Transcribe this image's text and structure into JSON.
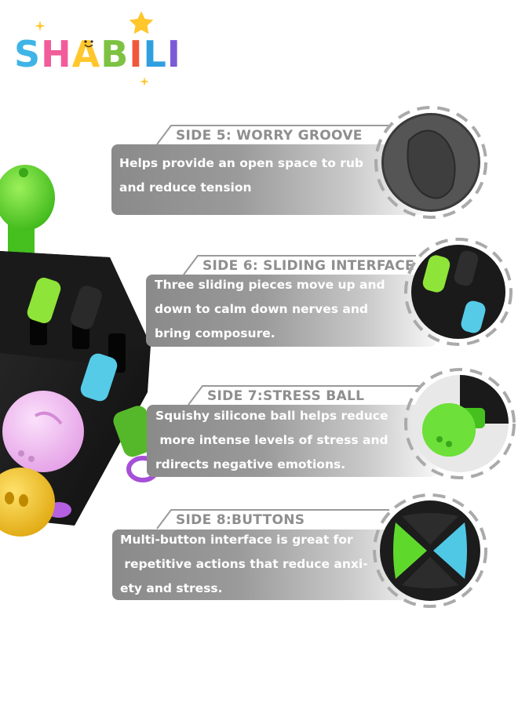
{
  "brand": {
    "name": "SHABILI",
    "letters": [
      {
        "ch": "S",
        "color": "#3fb4e6"
      },
      {
        "ch": "H",
        "color": "#f25c9a"
      },
      {
        "ch": "A",
        "color": "#ffc72c"
      },
      {
        "ch": "B",
        "color": "#7dc242"
      },
      {
        "ch": "I",
        "color": "#f0573c"
      },
      {
        "ch": "L",
        "color": "#2f9fe0"
      },
      {
        "ch": "I",
        "color": "#7b5bd6"
      }
    ],
    "star_color": "#ffc72c"
  },
  "features": [
    {
      "title": "SIDE 5: WORRY GROOVE",
      "lines": [
        "Helps provide an open space to rub",
        "and reduce tension"
      ],
      "icon": "worry-groove-icon"
    },
    {
      "title": "SIDE 6: SLIDING INTERFACE",
      "lines": [
        "Three sliding pieces move up and",
        "down to calm down nerves and",
        "bring composure."
      ],
      "icon": "sliding-interface-icon"
    },
    {
      "title": "SIDE 7:STRESS BALL",
      "lines": [
        "Squishy silicone ball helps reduce",
        " more intense levels of stress and",
        "rdirects negative emotions."
      ],
      "icon": "stress-ball-icon"
    },
    {
      "title": "SIDE 8:BUTTONS",
      "lines": [
        "Multi-button interface is great for",
        " repetitive actions that reduce anxi-",
        "ety and stress."
      ],
      "icon": "buttons-icon"
    }
  ],
  "colors": {
    "label_gray": "#8e8e8e",
    "cube_body": "#1c1c1c",
    "green": "#5fd82c",
    "blue": "#4fc8e6",
    "pink": "#f2b8f0",
    "yellow": "#f6c21c",
    "purple": "#a64fd8"
  }
}
